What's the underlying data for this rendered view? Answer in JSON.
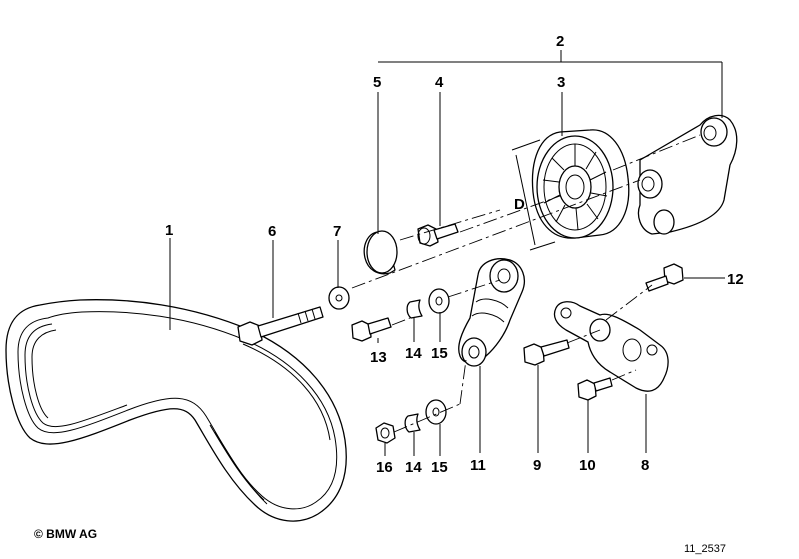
{
  "diagram": {
    "callouts": [
      "1",
      "2",
      "3",
      "4",
      "5",
      "6",
      "7",
      "8",
      "9",
      "10",
      "11",
      "12",
      "13",
      "14",
      "14",
      "15",
      "15",
      "16"
    ],
    "dimension_label": "D",
    "copyright": "© BMW AG",
    "reference": "11_2537"
  },
  "parts": [
    {
      "id": "1",
      "icon": "ribbed-v-belt-icon"
    },
    {
      "id": "2",
      "icon": "tensioner-assembly-icon"
    },
    {
      "id": "3",
      "icon": "tension-pulley-icon"
    },
    {
      "id": "4",
      "icon": "hex-bolt-icon"
    },
    {
      "id": "5",
      "icon": "pulley-cap-icon"
    },
    {
      "id": "6",
      "icon": "long-hex-bolt-icon"
    },
    {
      "id": "7",
      "icon": "washer-icon"
    },
    {
      "id": "8",
      "icon": "bracket-icon"
    },
    {
      "id": "9",
      "icon": "hex-bolt-icon"
    },
    {
      "id": "10",
      "icon": "hex-bolt-icon"
    },
    {
      "id": "11",
      "icon": "hydraulic-tensioner-icon"
    },
    {
      "id": "12",
      "icon": "hex-bolt-icon"
    },
    {
      "id": "13",
      "icon": "hex-bolt-icon"
    },
    {
      "id": "14",
      "icon": "spacer-icon"
    },
    {
      "id": "15",
      "icon": "washer-icon"
    },
    {
      "id": "16",
      "icon": "nut-icon"
    }
  ]
}
